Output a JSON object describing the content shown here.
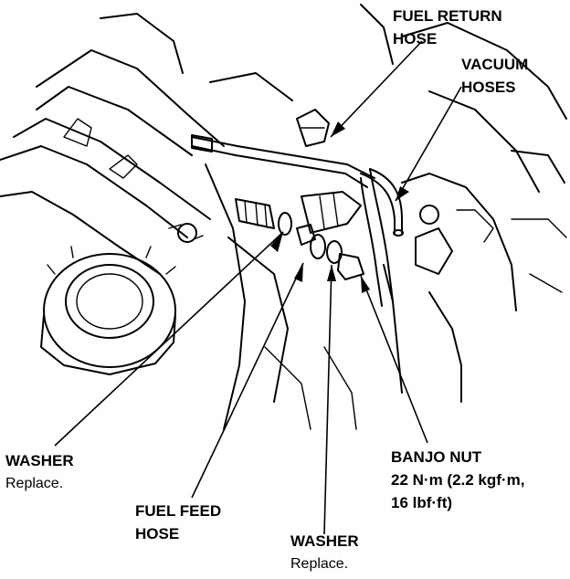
{
  "callouts": {
    "fuel_return_hose": [
      "FUEL RETURN",
      "HOSE"
    ],
    "vacuum_hoses": [
      "VACUUM",
      "HOSES"
    ],
    "washer_left": {
      "title": "WASHER",
      "note": "Replace."
    },
    "fuel_feed_hose": [
      "FUEL FEED",
      "HOSE"
    ],
    "washer_bottom": {
      "title": "WASHER",
      "note": "Replace."
    },
    "banjo_nut": {
      "title": "BANJO NUT",
      "spec_1": "22 N·m (2.2 kgf·m,",
      "spec_2": "16 lbf·ft)"
    }
  },
  "colors": {
    "ink": "#000000",
    "paper": "#ffffff"
  }
}
